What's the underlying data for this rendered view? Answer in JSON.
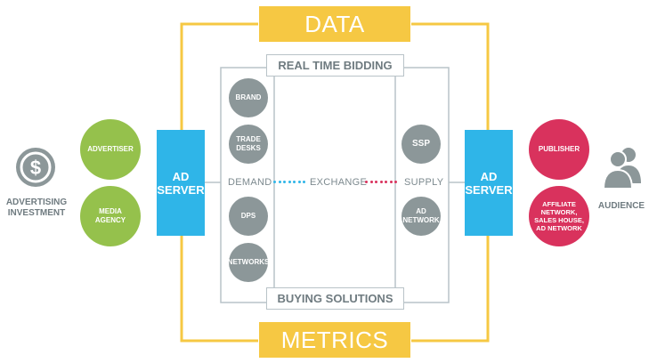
{
  "top_banner": "DATA",
  "bottom_banner": "METRICS",
  "rtb_label": "REAL TIME BIDDING",
  "buying_label": "BUYING SOLUTIONS",
  "left_caption": "ADVERTISING\nINVESTMENT",
  "right_caption": "AUDIENCE",
  "left_nodes": [
    "ADVERTISER",
    "MEDIA\nAGENCY"
  ],
  "right_nodes": [
    "PUBLISHER",
    "AFFILIATE\nNETWORK,\nSALES HOUSE,\nAD NETWORK"
  ],
  "ad_server_left": "AD\nSERVER",
  "ad_server_right": "AD\nSERVER",
  "demand_nodes": [
    "BRAND",
    "TRADE\nDESKS",
    "DPS",
    "NETWORKS"
  ],
  "supply_nodes": [
    "SSP",
    "AD\nNETWORK"
  ],
  "demand_label": "DEMAND",
  "exchange_label": "EXCHANGE",
  "supply_label": "SUPPLY",
  "colors": {
    "yellow": "#f6c843",
    "blue": "#2fb5e8",
    "green": "#95c14c",
    "pink": "#d9325d",
    "gray": "#8c9799",
    "line": "#b9c3c8"
  },
  "icons": [
    "dollar-icon",
    "people-icon"
  ]
}
